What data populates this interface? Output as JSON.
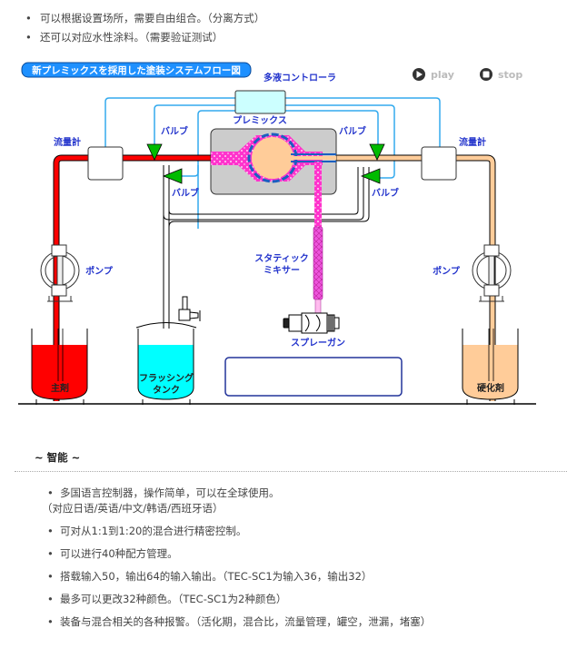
{
  "intro_bullets": [
    "可以根据设置场所，需要自由组合。（分离方式）",
    "还可以对应水性涂料。（需要验证测试）"
  ],
  "diagram": {
    "title": "新プレミックスを採用した塗装システムフロー図",
    "controls": {
      "play_label": "play",
      "stop_label": "stop",
      "play_icon": "play-circle-icon",
      "stop_icon": "stop-circle-icon"
    },
    "labels": {
      "controller": "多液コントローラ",
      "premix": "プレミックス",
      "valve_upper_left": "バルブ",
      "valve_lower_left": "バルブ",
      "valve_upper_right": "バルブ",
      "valve_lower_right": "バルブ",
      "flowmeter_left": "流量計",
      "flowmeter_right": "流量計",
      "pump_left": "ポンプ",
      "pump_right": "ポンプ",
      "static_mixer_line1": "スタティック",
      "static_mixer_line2": "ミキサー",
      "spray_gun": "スプレーガン",
      "tank_main": "主剤",
      "tank_flush_line1": "フラッシング",
      "tank_flush_line2": "タンク",
      "tank_hardener": "硬化剤"
    },
    "colors": {
      "main_agent": "#ff0000",
      "hardener": "#ffcc99",
      "flush": "#00ffff",
      "mixed": "#ff33cc",
      "signal_line": "#33aaee",
      "valve": "#00bb00",
      "label_blue": "#2233cc",
      "title_badge": "#1e90ff"
    }
  },
  "features": {
    "title": "~ 智能 ~",
    "items": [
      {
        "text": "多国语言控制器，操作简单，可以在全球使用。",
        "sub": "（对应日语/英语/中文/韩语/西班牙语）"
      },
      {
        "text": "可对从1:1到1:20的混合进行精密控制。"
      },
      {
        "text": "可以进行40种配方管理。"
      },
      {
        "text": "搭载输入50，输出64的输入输出。（TEC-SC1为输入36，输出32）"
      },
      {
        "text": "最多可以更改32种颜色。（TEC-SC1为2种颜色）"
      },
      {
        "text": "装备与混合相关的各种报警。（活化期，混合比，流量管理，罐空，泄漏，堵塞）"
      }
    ]
  }
}
